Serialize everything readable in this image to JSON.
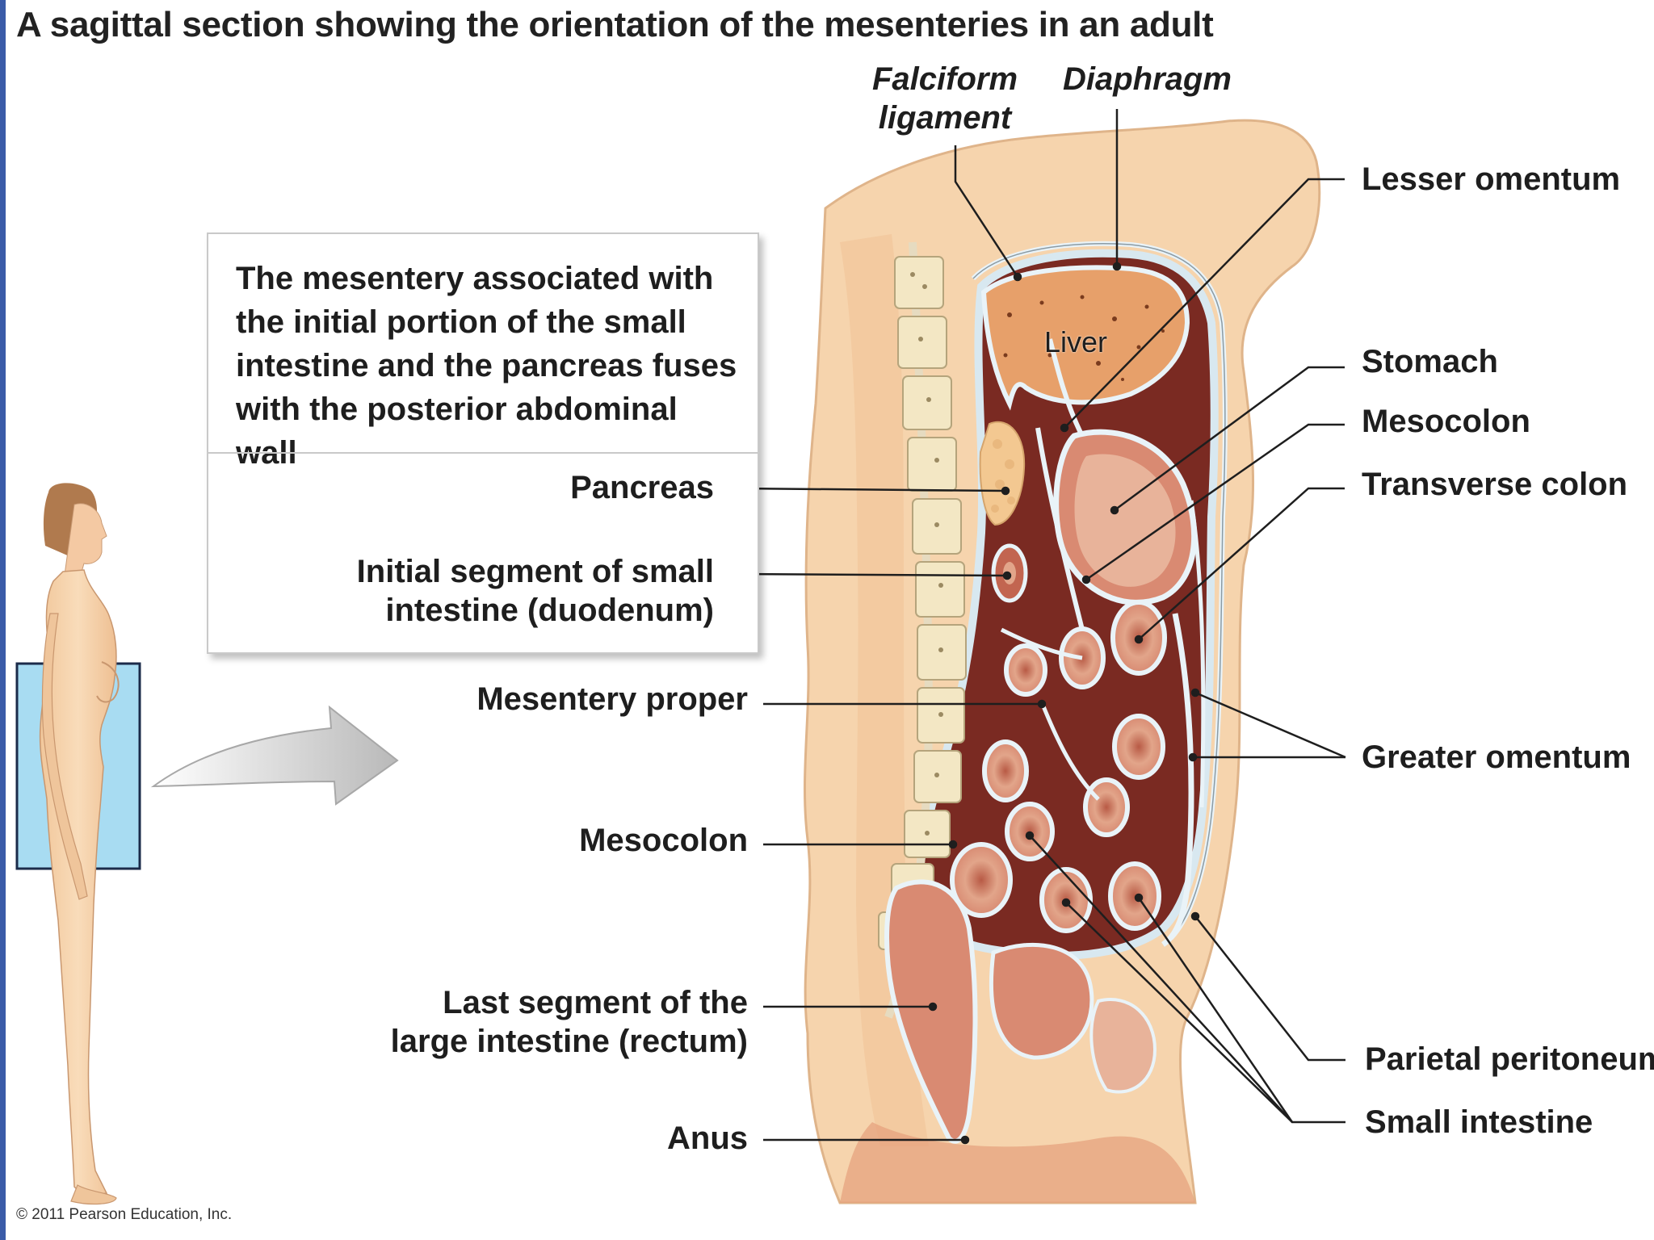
{
  "title": "A sagittal section showing the orientation of the mesenteries in an adult",
  "callout": {
    "text": "The mesentery associated with the initial portion of the small intestine and the pancreas fuses with the posterior abdominal wall",
    "labels": {
      "pancreas": "Pancreas",
      "duodenum_line1": "Initial segment of small",
      "duodenum_line2": "intestine (duodenum)"
    }
  },
  "labels": {
    "falciform_line1": "Falciform",
    "falciform_line2": "ligament",
    "diaphragm": "Diaphragm",
    "liver": "Liver",
    "lesser_omentum": "Lesser omentum",
    "stomach": "Stomach",
    "mesocolon_right": "Mesocolon",
    "transverse_colon": "Transverse colon",
    "greater_omentum": "Greater omentum",
    "parietal_peritoneum": "Parietal peritoneum",
    "small_intestine": "Small intestine",
    "mesentery_proper": "Mesentery proper",
    "mesocolon_left": "Mesocolon",
    "rectum_line1": "Last segment of the",
    "rectum_line2": "large intestine (rectum)",
    "anus": "Anus"
  },
  "copyright": "© 2011 Pearson Education, Inc.",
  "colors": {
    "skin": "#f6d4ad",
    "cavity": "#7a2a22",
    "peritoneum": "#dcecf4",
    "liver": "#e7a06a",
    "vertebra": "#f3e7c4",
    "highlight_box": "#a8dcf2"
  }
}
